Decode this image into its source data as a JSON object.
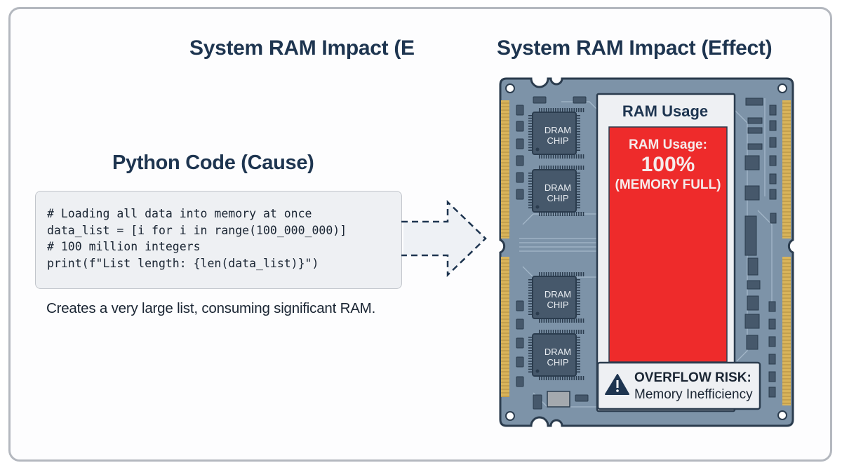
{
  "titles": {
    "cut_off_title": "System RAM Impact (E",
    "effect_title": "System RAM Impact (Effect)",
    "cause_title": "Python Code (Cause)"
  },
  "code": {
    "lines": [
      "# Loading all data into memory at once",
      "data_list = [i for i in range(100_000_000)]",
      "# 100 million integers",
      "print(f\"List length: {len(data_list)}\")"
    ],
    "caption": "Creates a very large list, consuming significant RAM."
  },
  "arrow": {
    "icon": "dashed-arrow-right-icon"
  },
  "ram_module": {
    "chips": [
      {
        "label_line1": "DRAM",
        "label_line2": "CHIP"
      },
      {
        "label_line1": "DRAM",
        "label_line2": "CHIP"
      },
      {
        "label_line1": "DRAM",
        "label_line2": "CHIP"
      },
      {
        "label_line1": "DRAM",
        "label_line2": "CHIP"
      }
    ],
    "usage_panel": {
      "heading": "RAM Usage",
      "usage_label": "RAM Usage:",
      "usage_value": "100%",
      "usage_fraction": 1.0,
      "usage_status": "(MEMORY FULL)"
    },
    "warning": {
      "icon": "warning-triangle-icon",
      "title": "OVERFLOW RISK:",
      "subtitle": "Memory Inefficiency"
    }
  },
  "colors": {
    "title": "#1e3550",
    "pcb": "#7d93a8",
    "pcb_border": "#2b3c4e",
    "gold_contacts": "#d9b45a",
    "chip": "#46586b",
    "usage_fill": "#ee2b2b",
    "code_bg": "#eef0f3"
  }
}
